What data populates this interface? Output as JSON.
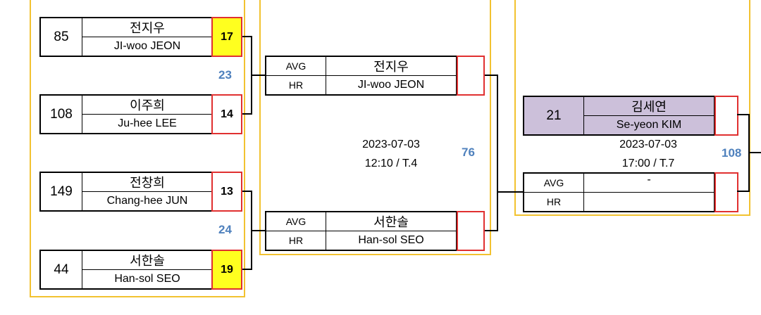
{
  "round1": {
    "p1": {
      "seed": "85",
      "name_kr": "전지우",
      "name_en": "JI-woo JEON",
      "score": "17"
    },
    "p2": {
      "seed": "108",
      "name_kr": "이주희",
      "name_en": "Ju-hee LEE",
      "score": "14"
    },
    "p3": {
      "seed": "149",
      "name_kr": "전창희",
      "name_en": "Chang-hee JUN",
      "score": "13"
    },
    "p4": {
      "seed": "44",
      "name_kr": "서한솔",
      "name_en": "Han-sol SEO",
      "score": "19"
    },
    "match_a": "23",
    "match_b": "24"
  },
  "round2": {
    "top": {
      "avg_label": "AVG",
      "hr_label": "HR",
      "name_kr": "전지우",
      "name_en": "JI-woo JEON",
      "score": ""
    },
    "bottom": {
      "avg_label": "AVG",
      "hr_label": "HR",
      "name_kr": "서한솔",
      "name_en": "Han-sol SEO",
      "score": ""
    },
    "date": "2023-07-03",
    "time": "12:10 / T.4",
    "match": "76"
  },
  "round3": {
    "top": {
      "seed": "21",
      "name_kr": "김세연",
      "name_en": "Se-yeon KIM",
      "score": ""
    },
    "bottom": {
      "avg_label": "AVG",
      "hr_label": "HR",
      "name": "-",
      "score": ""
    },
    "date": "2023-07-03",
    "time": "17:00 / T.7",
    "match": "108"
  },
  "colors": {
    "group_border": "#f2c230",
    "score_border": "#e03030",
    "winner_fill": "#ffff1f",
    "match_number": "#4f81bd",
    "seeded_fill": "#ccc0da"
  }
}
